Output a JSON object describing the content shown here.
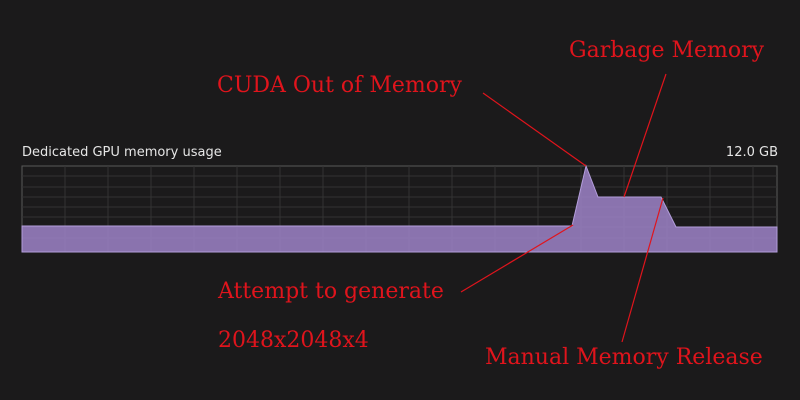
{
  "graph": {
    "title": "Dedicated GPU memory usage",
    "max_label": "12.0 GB",
    "colors": {
      "background": "#1b1a1b",
      "grid": "#3a3a3a",
      "fill": "#9d84c8",
      "stroke": "#b39ddb",
      "annotation": "#e0141c"
    }
  },
  "annotations": {
    "cuda": "CUDA Out of Memory",
    "garbage": "Garbage Memory",
    "attempt_line1": "Attempt to generate",
    "attempt_line2": "2048x2048x4",
    "release": "Manual Memory Release"
  }
}
